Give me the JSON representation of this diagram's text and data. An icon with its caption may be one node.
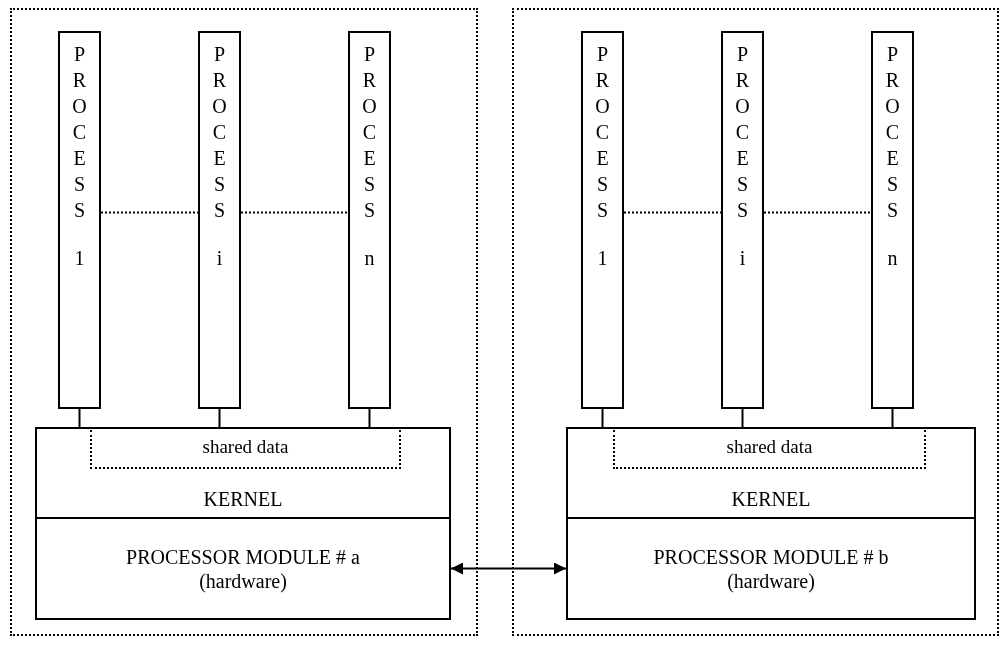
{
  "diagram": {
    "nodes": [
      {
        "text": [],
        "shape": "box"
      },
      {
        "text": [
          "PROCESS",
          "1"
        ],
        "in": 0
      },
      {
        "text": [
          "PROCESS",
          "i"
        ],
        "in": 0
      },
      {
        "text": [
          "PROCESS",
          "n"
        ],
        "in": 0
      },
      {
        "text": [
          "KERNEL"
        ],
        "in": 0
      },
      {
        "text": [
          "shared data"
        ],
        "in": 4
      },
      {
        "text": [
          "PROCESSOR MODULE # a (hardware)"
        ],
        "in": 0
      },
      {
        "text": [],
        "shape": "box"
      },
      {
        "text": [
          "PROCESS",
          "1"
        ],
        "in": 7
      },
      {
        "text": [
          "PROCESS",
          "i"
        ],
        "in": 7
      },
      {
        "text": [
          "PROCESS",
          "n"
        ],
        "in": 7
      },
      {
        "text": [
          "KERNEL"
        ],
        "in": 7
      },
      {
        "text": [
          "shared data"
        ],
        "in": 11
      },
      {
        "text": [
          "PROCESSOR MODULE # b (hardware)"
        ],
        "in": 7
      }
    ],
    "edges": [
      {
        "from": 1,
        "to": 2,
        "arrow": "none",
        "style": "dashed"
      },
      {
        "from": 2,
        "to": 3,
        "arrow": "none",
        "style": "dashed"
      },
      {
        "from": 1,
        "to": 4,
        "arrow": "none"
      },
      {
        "from": 2,
        "to": 4,
        "arrow": "none"
      },
      {
        "from": 3,
        "to": 4,
        "arrow": "none"
      },
      {
        "from": 8,
        "to": 9,
        "arrow": "none",
        "style": "dashed"
      },
      {
        "from": 9,
        "to": 10,
        "arrow": "none",
        "style": "dashed"
      },
      {
        "from": 8,
        "to": 11,
        "arrow": "none"
      },
      {
        "from": 9,
        "to": 11,
        "arrow": "none"
      },
      {
        "from": 10,
        "to": 11,
        "arrow": "none"
      },
      {
        "from": 6,
        "to": 13,
        "arrow": "both"
      }
    ]
  }
}
